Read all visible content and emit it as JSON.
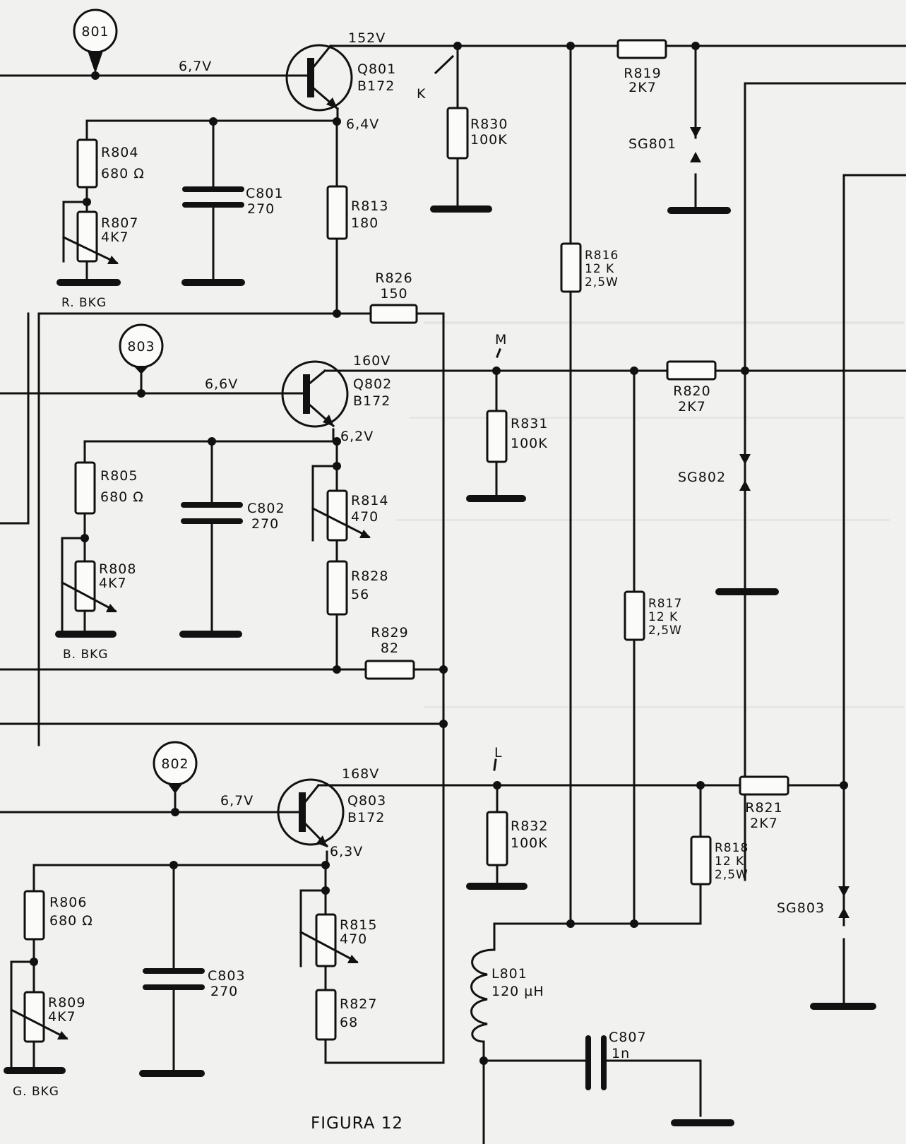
{
  "figure_caption": "FIGURA 12",
  "test_points": {
    "tp801": "801",
    "tp803": "803",
    "tp802": "802"
  },
  "transistors": {
    "q801": {
      "name": "Q801",
      "type": "B172",
      "base_v": "6,7V",
      "collector_v": "152V",
      "emitter_v": "6,4V"
    },
    "q802": {
      "name": "Q802",
      "type": "B172",
      "base_v": "6,6V",
      "collector_v": "160V",
      "emitter_v": "6,2V"
    },
    "q803": {
      "name": "Q803",
      "type": "B172",
      "base_v": "6,7V",
      "collector_v": "168V",
      "emitter_v": "6,3V"
    }
  },
  "resistors": {
    "r804": {
      "name": "R804",
      "value": "680 Ω"
    },
    "r805": {
      "name": "R805",
      "value": "680 Ω"
    },
    "r806": {
      "name": "R806",
      "value": "680 Ω"
    },
    "r807": {
      "name": "R807",
      "value": "4K7"
    },
    "r808": {
      "name": "R808",
      "value": "4K7"
    },
    "r809": {
      "name": "R809",
      "value": "4K7"
    },
    "r813": {
      "name": "R813",
      "value": "180"
    },
    "r814": {
      "name": "R814",
      "value": "470"
    },
    "r815": {
      "name": "R815",
      "value": "470"
    },
    "r816": {
      "name": "R816",
      "value": "12 K",
      "power": "2,5W"
    },
    "r817": {
      "name": "R817",
      "value": "12 K",
      "power": "2,5W"
    },
    "r818": {
      "name": "R818",
      "value": "12 K",
      "power": "2,5W"
    },
    "r819": {
      "name": "R819",
      "value": "2K7"
    },
    "r820": {
      "name": "R820",
      "value": "2K7"
    },
    "r821": {
      "name": "R821",
      "value": "2K7"
    },
    "r826": {
      "name": "R826",
      "value": "150"
    },
    "r827": {
      "name": "R827",
      "value": "68"
    },
    "r828": {
      "name": "R828",
      "value": "56"
    },
    "r829": {
      "name": "R829",
      "value": "82"
    },
    "r830": {
      "name": "R830",
      "value": "100K"
    },
    "r831": {
      "name": "R831",
      "value": "100K"
    },
    "r832": {
      "name": "R832",
      "value": "100K"
    }
  },
  "capacitors": {
    "c801": {
      "name": "C801",
      "value": "270"
    },
    "c802": {
      "name": "C802",
      "value": "270"
    },
    "c803": {
      "name": "C803",
      "value": "270"
    },
    "c807": {
      "name": "C807",
      "value": "1n"
    }
  },
  "inductor": {
    "name": "L801",
    "value": "120 µH"
  },
  "spark_gaps": {
    "sg801": "SG801",
    "sg802": "SG802",
    "sg803": "SG803"
  },
  "nodes": {
    "k": "K",
    "m": "M",
    "l": "L"
  },
  "adjust_labels": {
    "red": "R. BKG",
    "blue": "B. BKG",
    "green": "G. BKG"
  }
}
